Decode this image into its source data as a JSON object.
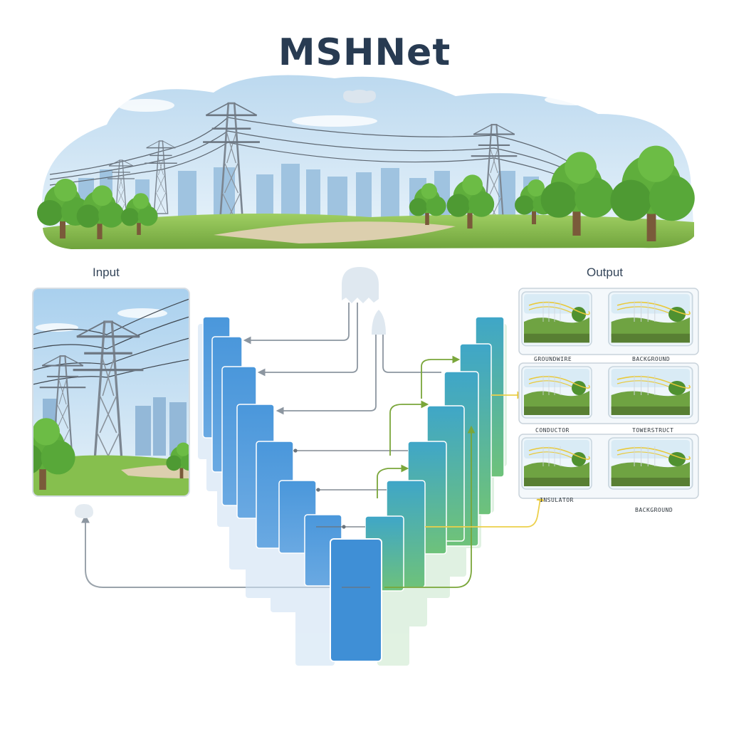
{
  "title": "MSHNet",
  "input_label": "Input",
  "output_label": "Output",
  "output_captions": [
    "GROUNDWIRE",
    "BACKGROUND",
    "CONDUCTOR",
    "TOWERSTRUCT",
    "INSULATOR",
    "BACKGROUND"
  ],
  "colors": {
    "title": "#283b52",
    "encoder": "#3f8fd6",
    "decoder": "#4ab08a",
    "skip": "#8c96a0",
    "output_arrow": "#f2d447",
    "decoder_arrow": "#7aa63a"
  },
  "icons": [
    "cloud-icon",
    "pylon-icon",
    "tree-icon"
  ]
}
